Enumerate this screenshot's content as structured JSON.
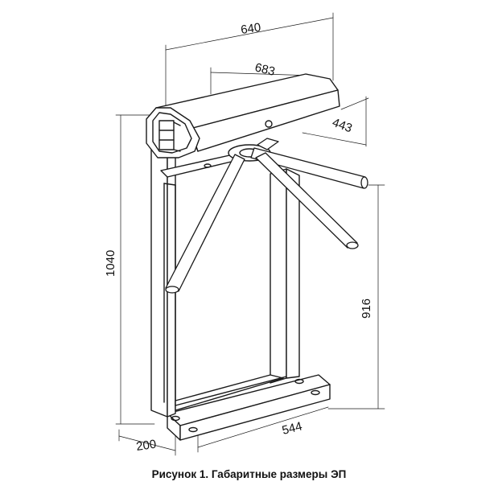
{
  "figure": {
    "caption": "Рисунок 1. Габаритные размеры ЭП",
    "line_color": "#1a1a1a",
    "dimensions": {
      "width_top": "640",
      "length_top": "683",
      "depth_top": "443",
      "total_height": "1040",
      "bar_height": "916",
      "base_length": "544",
      "base_depth": "200"
    }
  }
}
